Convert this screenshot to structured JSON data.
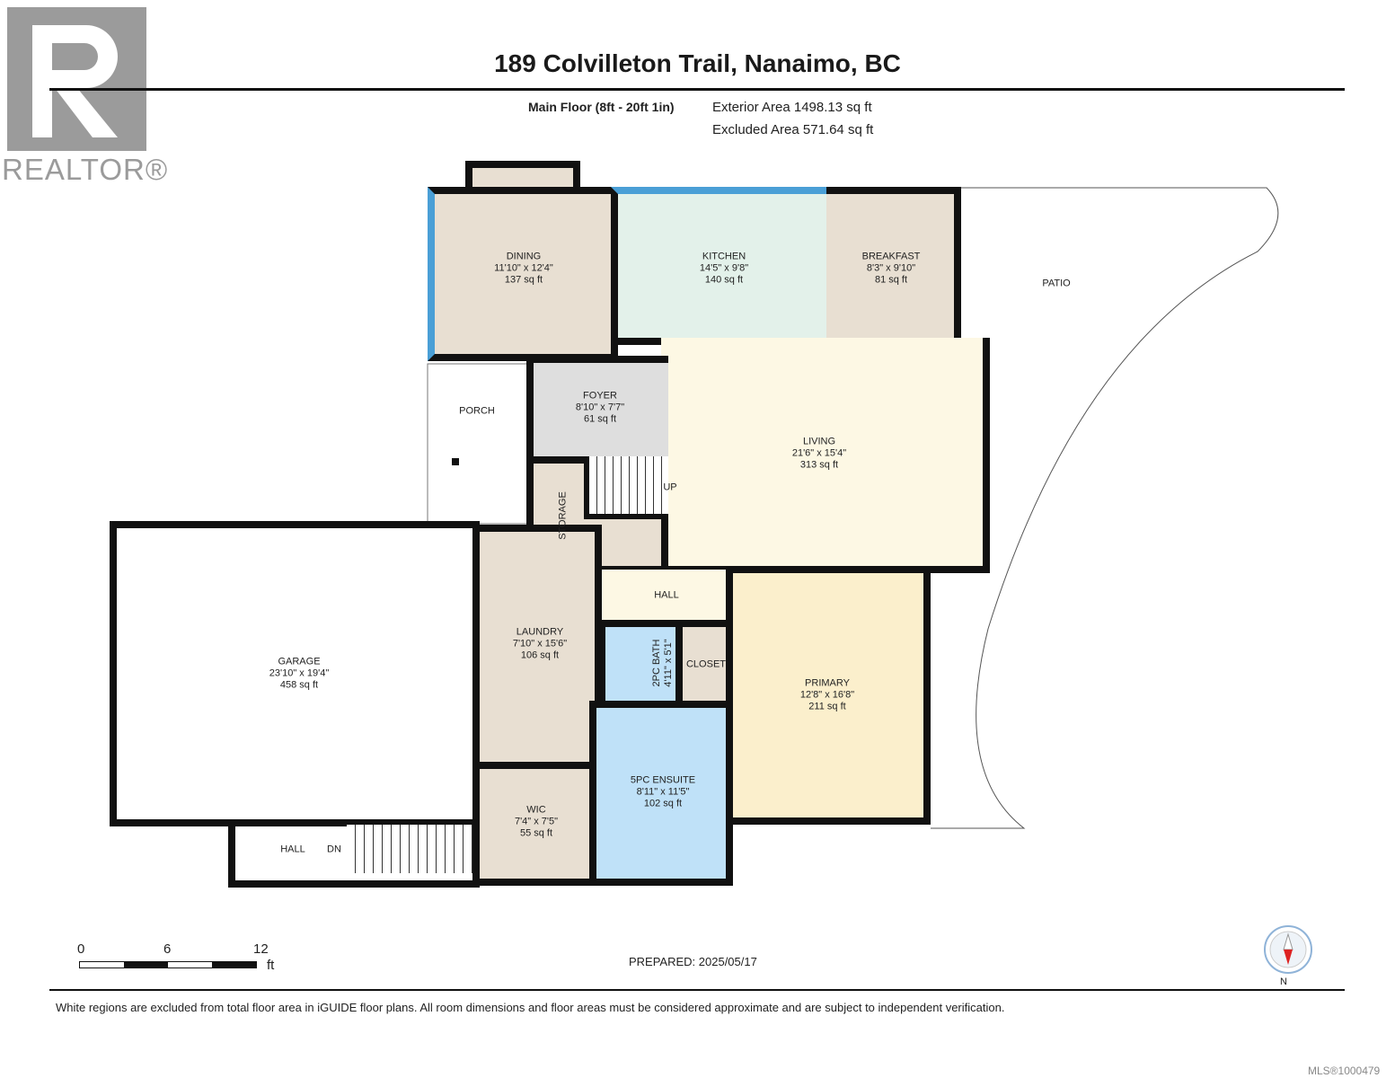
{
  "logo": {
    "text": "REALTOR®"
  },
  "title": "189 Colvilleton Trail, Nanaimo, BC",
  "floor": {
    "name": "Main Floor (8ft - 20ft 1in)",
    "exterior_area": "Exterior Area 1498.13 sq ft",
    "excluded_area": "Excluded Area 571.64 sq ft"
  },
  "rooms": {
    "dining": {
      "name": "DINING",
      "dims": "11'10\" x 12'4\"",
      "area": "137 sq ft"
    },
    "kitchen": {
      "name": "KITCHEN",
      "dims": "14'5\" x 9'8\"",
      "area": "140 sq ft"
    },
    "breakfast": {
      "name": "BREAKFAST",
      "dims": "8'3\" x 9'10\"",
      "area": "81 sq ft"
    },
    "patio": {
      "name": "PATIO"
    },
    "porch": {
      "name": "PORCH"
    },
    "foyer": {
      "name": "FOYER",
      "dims": "8'10\" x 7'7\"",
      "area": "61 sq ft"
    },
    "living": {
      "name": "LIVING",
      "dims": "21'6\" x 15'4\"",
      "area": "313 sq ft"
    },
    "storage": {
      "name": "STORAGE"
    },
    "up": "UP",
    "hall": {
      "name": "HALL"
    },
    "garage": {
      "name": "GARAGE",
      "dims": "23'10\" x 19'4\"",
      "area": "458 sq ft"
    },
    "laundry": {
      "name": "LAUNDRY",
      "dims": "7'10\" x 15'6\"",
      "area": "106 sq ft"
    },
    "bath2": {
      "name": "2PC BATH",
      "dims": "4'11\" x 5'1\""
    },
    "closet": {
      "name": "CLOSET"
    },
    "primary": {
      "name": "PRIMARY",
      "dims": "12'8\" x 16'8\"",
      "area": "211 sq ft"
    },
    "ensuite": {
      "name": "5PC ENSUITE",
      "dims": "8'11\" x 11'5\"",
      "area": "102 sq ft"
    },
    "wic": {
      "name": "WIC",
      "dims": "7'4\" x 7'5\"",
      "area": "55 sq ft"
    },
    "lower_hall": {
      "name": "HALL"
    },
    "dn": "DN"
  },
  "scale": {
    "ticks": [
      "0",
      "6",
      "12"
    ],
    "unit": "ft"
  },
  "prepared": "PREPARED: 2025/05/17",
  "compass": {
    "label": "N"
  },
  "disclaimer": "White regions are excluded from total floor area in iGUIDE floor plans. All room dimensions and floor areas must be considered approximate and are subject to independent verification.",
  "mls": "MLS®1000479",
  "colors": {
    "wall": "#111111",
    "window": "#4a9fd6",
    "dining": "#e8dfd2",
    "kitchen": "#e3f1ea",
    "living": "#fdf8e4",
    "foyer": "#dedede",
    "bath": "#bfe1f8",
    "primary": "#fbefcc"
  }
}
